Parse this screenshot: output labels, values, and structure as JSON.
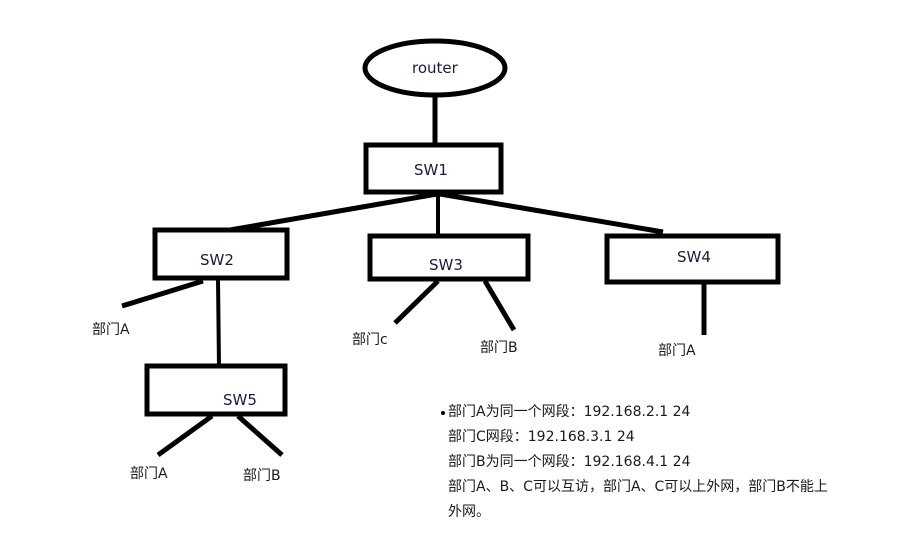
{
  "colors": {
    "stroke": "#000000",
    "background": "#ffffff",
    "text": "#1a1a1a"
  },
  "nodes": {
    "router": {
      "label": "router",
      "shape": "ellipse"
    },
    "sw1": {
      "label": "SW1",
      "shape": "rect"
    },
    "sw2": {
      "label": "SW2",
      "shape": "rect"
    },
    "sw3": {
      "label": "SW3",
      "shape": "rect"
    },
    "sw4": {
      "label": "SW4",
      "shape": "rect"
    },
    "sw5": {
      "label": "SW5",
      "shape": "rect"
    }
  },
  "departments": {
    "sw2_a": "部门A",
    "sw3_c": "部门c",
    "sw3_b": "部门B",
    "sw4_a": "部门A",
    "sw5_a": "部门A",
    "sw5_b": "部门B"
  },
  "edges": [
    {
      "from": "router",
      "to": "sw1"
    },
    {
      "from": "sw1",
      "to": "sw2"
    },
    {
      "from": "sw1",
      "to": "sw3"
    },
    {
      "from": "sw1",
      "to": "sw4"
    },
    {
      "from": "sw2",
      "to": "sw5"
    },
    {
      "from": "sw2",
      "to": "sw2_a"
    },
    {
      "from": "sw3",
      "to": "sw3_c"
    },
    {
      "from": "sw3",
      "to": "sw3_b"
    },
    {
      "from": "sw4",
      "to": "sw4_a"
    },
    {
      "from": "sw5",
      "to": "sw5_a"
    },
    {
      "from": "sw5",
      "to": "sw5_b"
    }
  ],
  "notes": {
    "line1": "部门A为同一个网段：192.168.2.1 24",
    "line2": "部门C网段：192.168.3.1 24",
    "line3": "部门B为同一个网段：192.168.4.1 24",
    "line4": "部门A、B、C可以互访，部门A、C可以上外网，部门B不能上",
    "line5": "外网。"
  }
}
